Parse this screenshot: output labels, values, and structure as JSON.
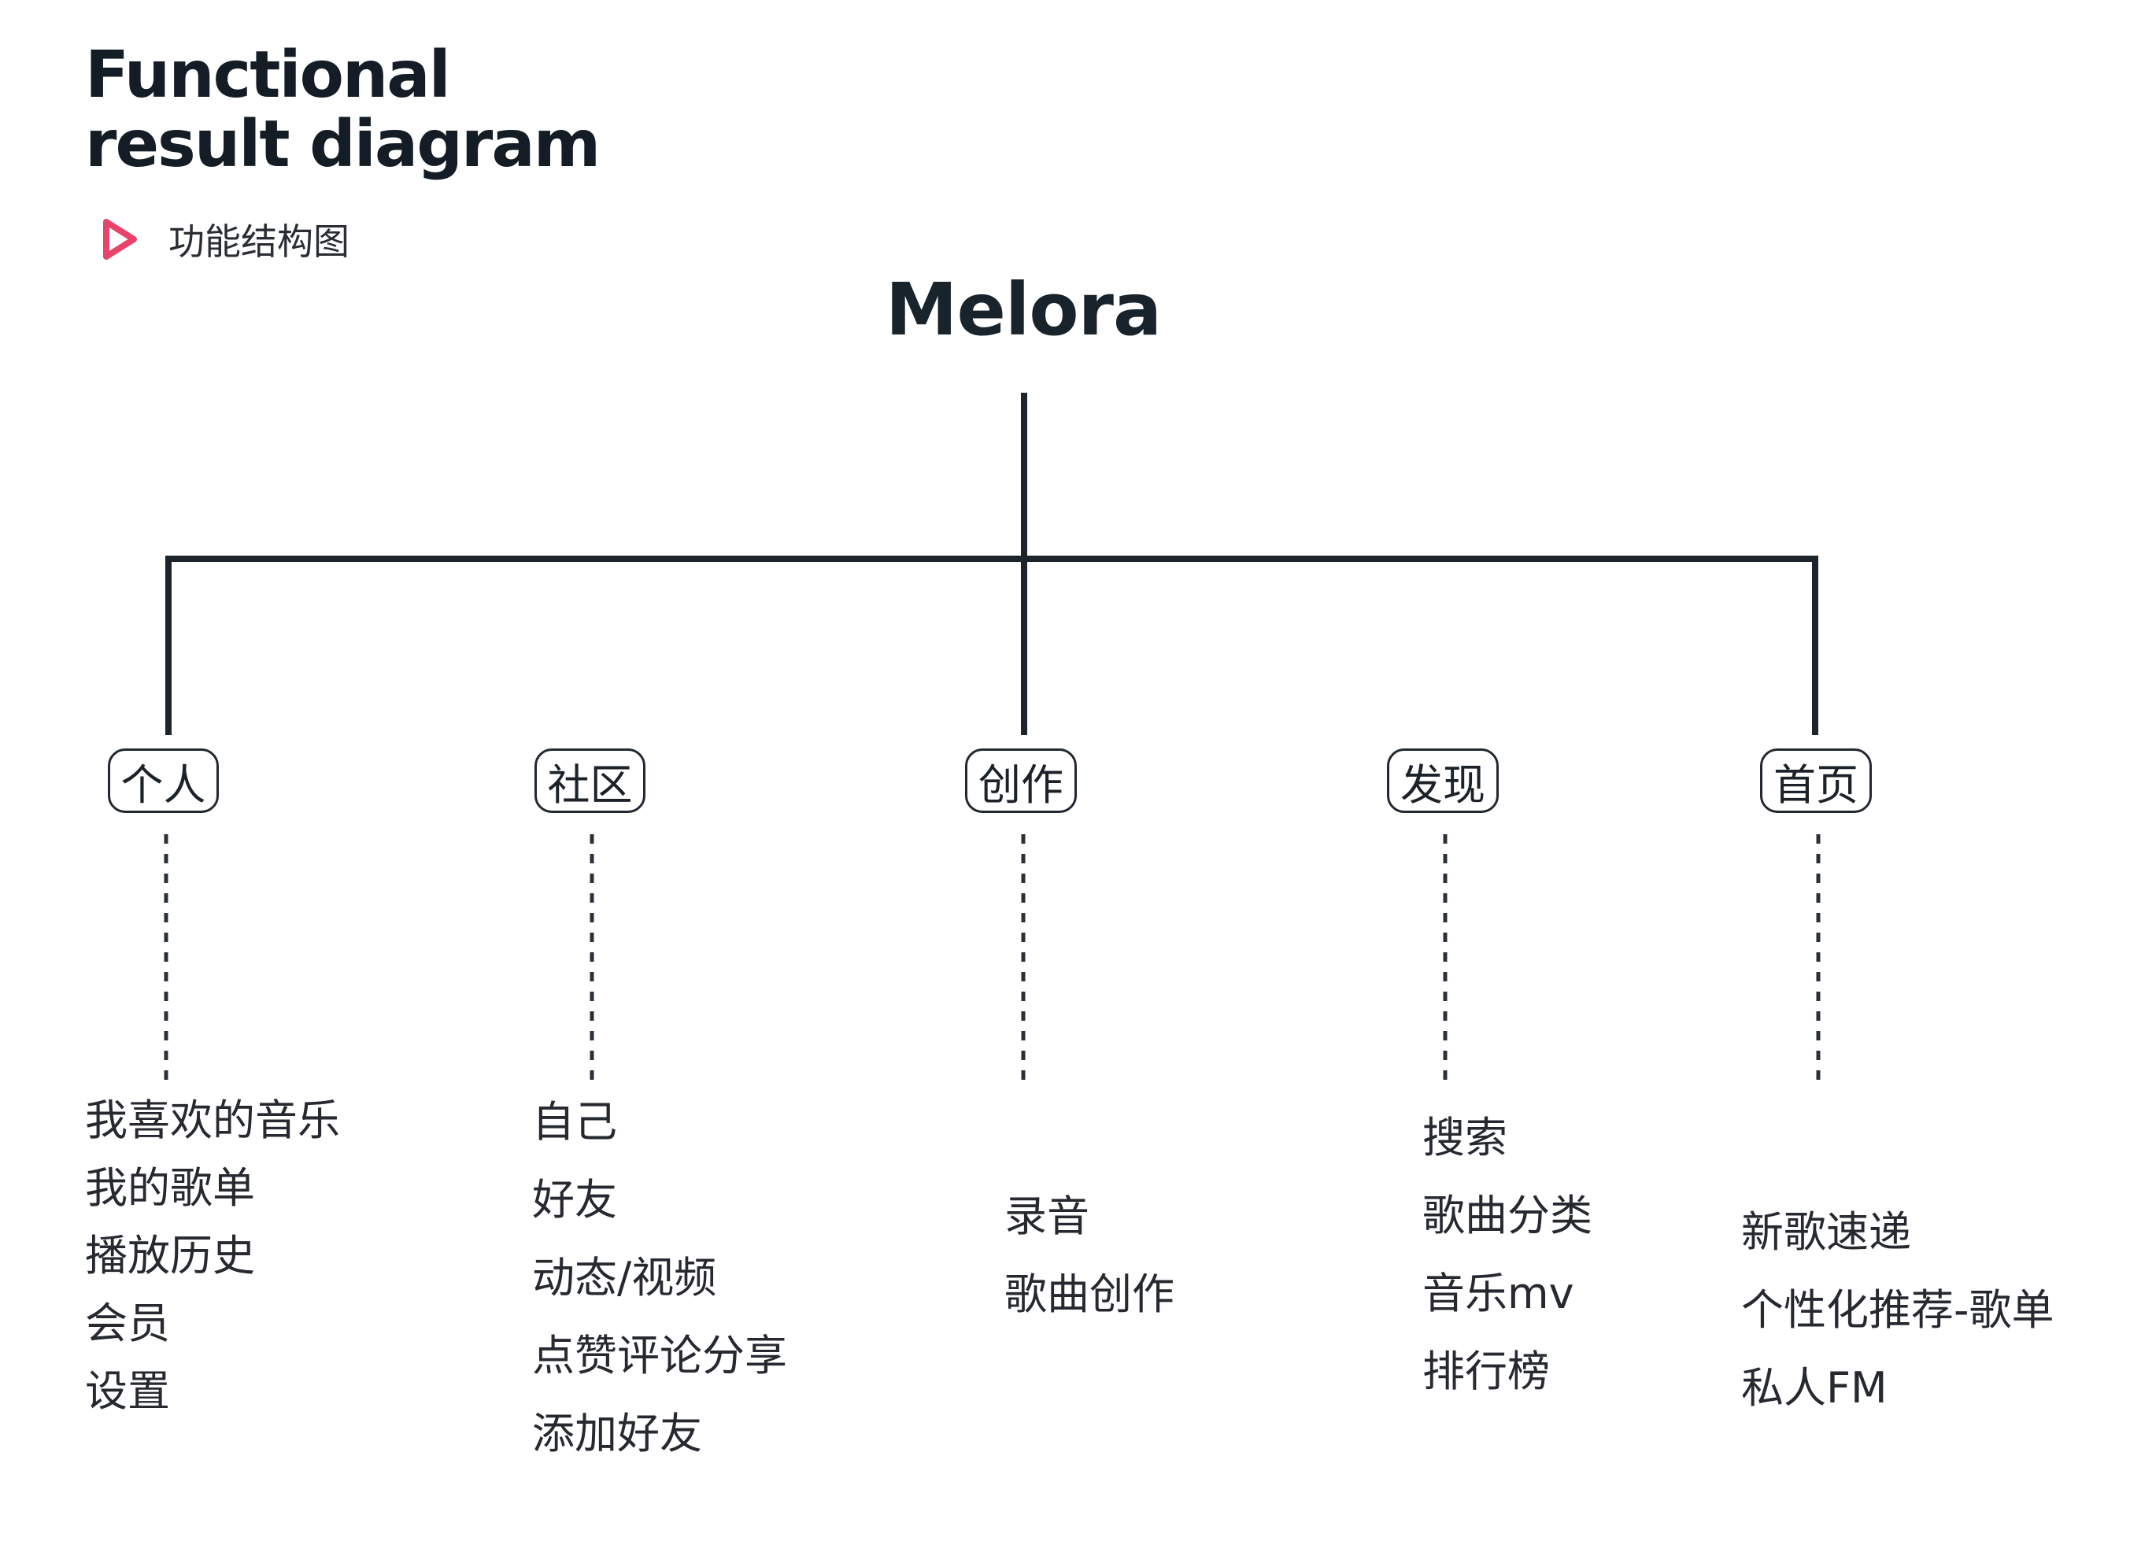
{
  "header": {
    "title_line1": "Functional",
    "title_line2": "result diagram",
    "subtitle": "功能结构图",
    "accent_color": "#e8436b",
    "subtitle_icon": "play-outline-icon"
  },
  "diagram": {
    "root": "Melora",
    "branches": [
      {
        "label": "个人",
        "items": [
          "我喜欢的音乐",
          "我的歌单",
          "播放历史",
          "会员",
          "设置"
        ]
      },
      {
        "label": "社区",
        "items": [
          "自己",
          "好友",
          "动态/视频",
          "点赞评论分享",
          "添加好友"
        ]
      },
      {
        "label": "创作",
        "items": [
          "录音",
          "歌曲创作"
        ]
      },
      {
        "label": "发现",
        "items": [
          "搜索",
          "歌曲分类",
          "音乐mv",
          "排行榜"
        ]
      },
      {
        "label": "首页",
        "items": [
          "新歌速递",
          "个性化推荐-歌单",
          "私人FM"
        ]
      }
    ]
  }
}
